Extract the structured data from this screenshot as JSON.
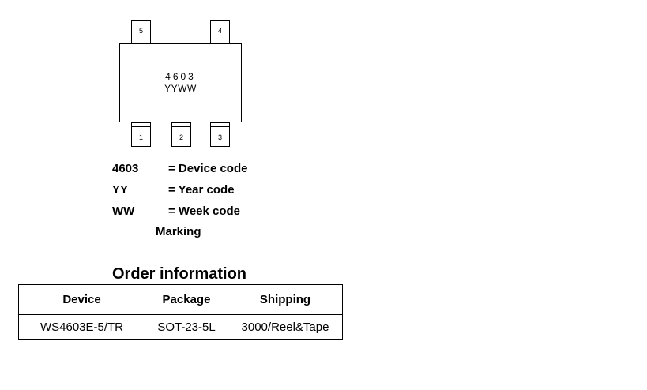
{
  "package_drawing": {
    "pins_top": [
      "5",
      "4"
    ],
    "pins_bottom": [
      "1",
      "2",
      "3"
    ],
    "marking_line1": "4603",
    "marking_line2": "YYWW"
  },
  "legend": {
    "rows": [
      {
        "code": "4603",
        "desc": "= Device code"
      },
      {
        "code": "YY",
        "desc": "= Year code"
      },
      {
        "code": "WW",
        "desc": "= Week code"
      }
    ],
    "caption": "Marking"
  },
  "order": {
    "title": "Order information",
    "headers": [
      "Device",
      "Package",
      "Shipping"
    ],
    "rows": [
      [
        "WS4603E-5/TR",
        "SOT-23-5L",
        "3000/Reel&Tape"
      ]
    ]
  }
}
